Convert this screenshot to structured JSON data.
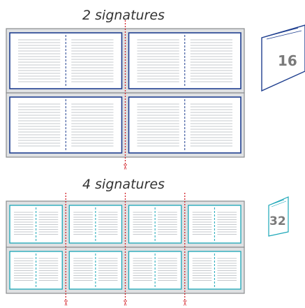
{
  "sections": [
    {
      "title": "2 signatures",
      "signatures": 2,
      "booklet_pages": "16",
      "frame_color": "#1f3f8f",
      "cut_lines": 1
    },
    {
      "title": "4 signatures",
      "signatures": 4,
      "booklet_pages": "32",
      "frame_color": "#1aa6b7",
      "cut_lines": 3
    }
  ],
  "colors": {
    "sheet_fill": "#dfe1e3",
    "sheet_border": "#8a8c8e",
    "text_lines": "#c4c8cc",
    "cut_line": "#d2232a"
  },
  "icons": [
    "scissors-icon",
    "booklet-icon"
  ]
}
